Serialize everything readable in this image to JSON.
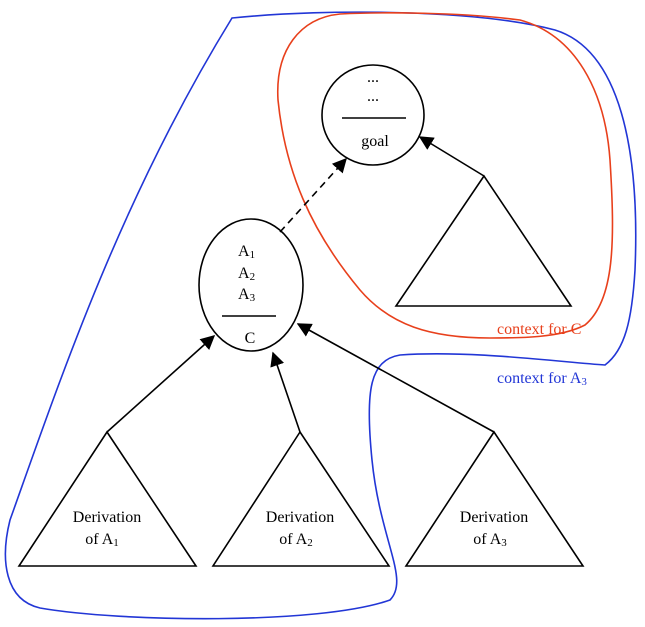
{
  "goal_node": {
    "line1": "...",
    "line2": "...",
    "conclusion": "goal"
  },
  "rule_node": {
    "premises": [
      {
        "base": "A",
        "sub": "1"
      },
      {
        "base": "A",
        "sub": "2"
      },
      {
        "base": "A",
        "sub": "3"
      }
    ],
    "conclusion": "C"
  },
  "derivations": [
    {
      "line1": "Derivation",
      "of": "of A",
      "sub": "1"
    },
    {
      "line1": "Derivation",
      "of": "of A",
      "sub": "2"
    },
    {
      "line1": "Derivation",
      "of": "of A",
      "sub": "3"
    }
  ],
  "contexts": {
    "c_label": "context for C",
    "a3_label": "context for A",
    "a3_sub": "3"
  },
  "colors": {
    "red": "#e8401c",
    "blue": "#2236d6",
    "ink": "#000000"
  }
}
